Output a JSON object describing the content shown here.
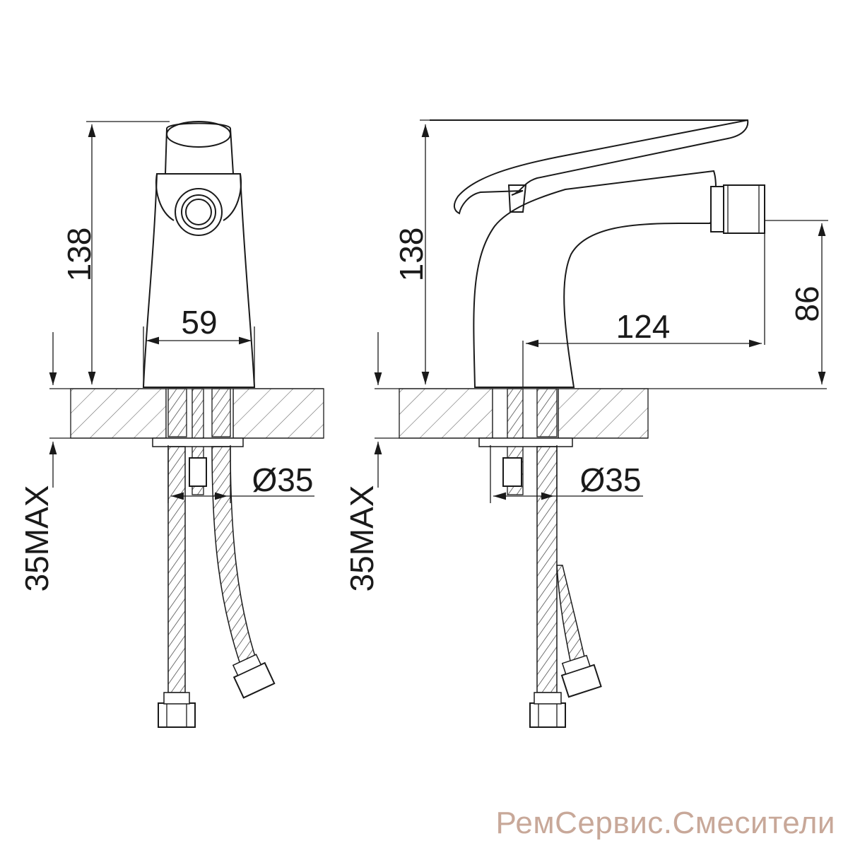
{
  "left_view": {
    "height_label": "138",
    "width_label": "59",
    "diameter_label": "Ø35",
    "mount_label": "35MAX"
  },
  "right_view": {
    "height_label": "138",
    "reach_label": "124",
    "spout_height_label": "86",
    "diameter_label": "Ø35",
    "mount_label": "35MAX"
  },
  "watermark": "РемСервис.Смесители",
  "colors": {
    "line": "#1a1a1a",
    "hatch": "#6a6a6a",
    "watermark": "#c8a899"
  }
}
